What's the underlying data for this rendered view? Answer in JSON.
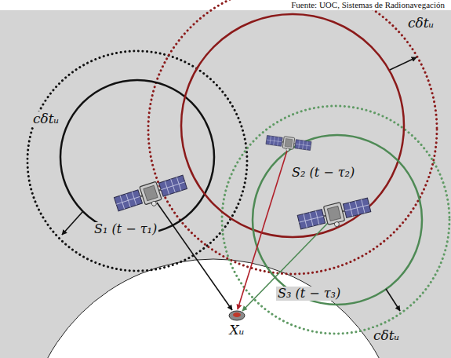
{
  "diagram": {
    "labels": [
      "Fuente: UOC, Sistemas de Radionavegación",
      "cδtᵤ",
      "cδtᵤ",
      "S₂ (t − τ₂)",
      "S₁ (t − τ₁)",
      "S₃ (t − τ₃)",
      "Xᵤ",
      "cδtᵤ"
    ]
  }
}
